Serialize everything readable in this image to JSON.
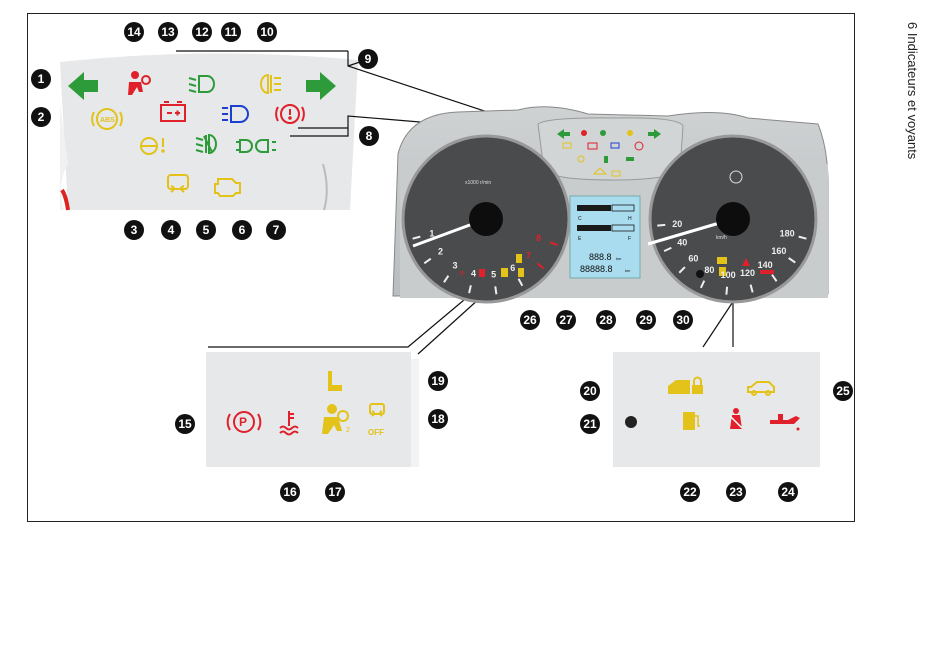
{
  "side_title": "6 Indicateurs et voyants",
  "speedometer": {
    "unit": "km/h",
    "ticks": [
      "20",
      "40",
      "60",
      "80",
      "100",
      "120",
      "140",
      "160",
      "180"
    ]
  },
  "tachometer": {
    "ticks": [
      "1",
      "2",
      "3",
      "4",
      "5",
      "6",
      "7",
      "8"
    ],
    "label": "x1000 r/min"
  },
  "lcd": {
    "fuel_scale": [
      "E",
      "F"
    ],
    "temp_scale": [
      "C",
      "H"
    ],
    "trip": "888.8",
    "trip_unit": "km",
    "odometer": "88888.8",
    "odo_unit": "km"
  },
  "callouts": [
    "1",
    "2",
    "3",
    "4",
    "5",
    "6",
    "7",
    "8",
    "9",
    "10",
    "11",
    "12",
    "13",
    "14",
    "15",
    "16",
    "17",
    "18",
    "19",
    "20",
    "21",
    "22",
    "23",
    "24",
    "25",
    "26",
    "27",
    "28",
    "29",
    "30"
  ],
  "icons": {
    "abs_text": "ABS",
    "esp_off_text": "OFF",
    "parking_text": "P",
    "fuel_text": "E",
    "fuel_full_text": "F"
  },
  "colors": {
    "green": "#2e9b3a",
    "amber": "#e3c21a",
    "red": "#e0202a",
    "blue": "#1d3fd0",
    "panel": "#d9dbdc"
  }
}
